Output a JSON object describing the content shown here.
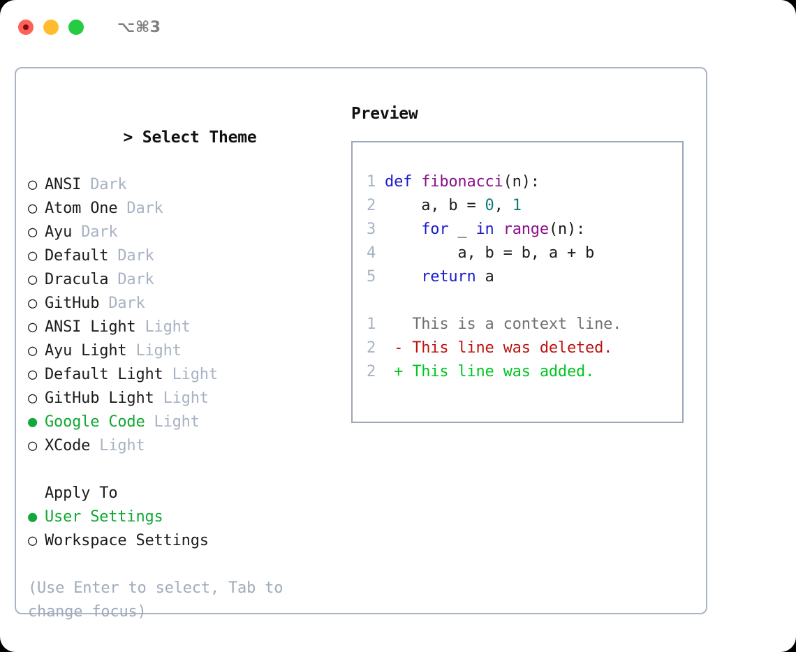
{
  "window": {
    "shortcut": "⌥⌘3",
    "traffic_lights": [
      "close-button",
      "minimize-button",
      "maximize-button"
    ],
    "colors": {
      "close": "#ff6159",
      "minimize": "#ffbd2e",
      "maximize": "#25cc41",
      "panel_border": "#aab4c4",
      "preview_border": "#9aa7b8",
      "accent_green": "#11a832",
      "muted": "#a7b2c2",
      "hint": "#a0abbb",
      "keyword": "#1a1acc",
      "function": "#8a0f8a",
      "number": "#0b7a7a",
      "diff_removed": "#bb1410",
      "diff_added": "#00c623",
      "diff_context": "#707070"
    }
  },
  "theme_picker": {
    "prompt_marker": ">",
    "title": "Select Theme",
    "bullet_selected": "●",
    "bullet_unselected": "○",
    "items": [
      {
        "name": "ANSI",
        "variant": "Dark",
        "selected": false
      },
      {
        "name": "Atom One",
        "variant": "Dark",
        "selected": false
      },
      {
        "name": "Ayu",
        "variant": "Dark",
        "selected": false
      },
      {
        "name": "Default",
        "variant": "Dark",
        "selected": false
      },
      {
        "name": "Dracula",
        "variant": "Dark",
        "selected": false
      },
      {
        "name": "GitHub",
        "variant": "Dark",
        "selected": false
      },
      {
        "name": "ANSI Light",
        "variant": "Light",
        "selected": false
      },
      {
        "name": "Ayu Light",
        "variant": "Light",
        "selected": false
      },
      {
        "name": "Default Light",
        "variant": "Light",
        "selected": false
      },
      {
        "name": "GitHub Light",
        "variant": "Light",
        "selected": false
      },
      {
        "name": "Google Code",
        "variant": "Light",
        "selected": true
      },
      {
        "name": "XCode",
        "variant": "Light",
        "selected": false
      }
    ]
  },
  "apply_to": {
    "title": "Apply To",
    "options": [
      {
        "label": "User Settings",
        "selected": true
      },
      {
        "label": "Workspace Settings",
        "selected": false
      }
    ]
  },
  "hint": "(Use Enter to select, Tab to change focus)",
  "preview": {
    "title": "Preview",
    "code_lines": [
      {
        "number": "1",
        "tokens": [
          {
            "text": "def ",
            "type": "keyword"
          },
          {
            "text": "fibonacci",
            "type": "function"
          },
          {
            "text": "(n):",
            "type": "text"
          }
        ]
      },
      {
        "number": "2",
        "tokens": [
          {
            "text": "    a, b = ",
            "type": "text"
          },
          {
            "text": "0",
            "type": "number"
          },
          {
            "text": ", ",
            "type": "text"
          },
          {
            "text": "1",
            "type": "number"
          }
        ]
      },
      {
        "number": "3",
        "tokens": [
          {
            "text": "    ",
            "type": "text"
          },
          {
            "text": "for",
            "type": "keyword"
          },
          {
            "text": " _ ",
            "type": "text"
          },
          {
            "text": "in",
            "type": "keyword"
          },
          {
            "text": " ",
            "type": "text"
          },
          {
            "text": "range",
            "type": "function"
          },
          {
            "text": "(n):",
            "type": "text"
          }
        ]
      },
      {
        "number": "4",
        "tokens": [
          {
            "text": "        a, b = b, a + b",
            "type": "text"
          }
        ]
      },
      {
        "number": "5",
        "tokens": [
          {
            "text": "    ",
            "type": "text"
          },
          {
            "text": "return",
            "type": "keyword"
          },
          {
            "text": " a",
            "type": "text"
          }
        ]
      }
    ],
    "diff_lines": [
      {
        "number": "1",
        "marker": " ",
        "text": "This is a context line.",
        "type": "context"
      },
      {
        "number": "2",
        "marker": "-",
        "text": "This line was deleted.",
        "type": "removed"
      },
      {
        "number": "2",
        "marker": "+",
        "text": "This line was added.",
        "type": "added"
      }
    ]
  }
}
